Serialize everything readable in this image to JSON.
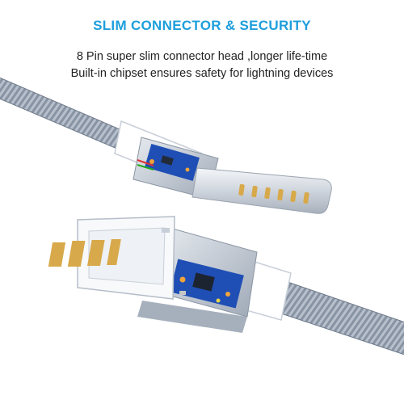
{
  "header": {
    "headline": "SLIM CONNECTOR & SECURITY",
    "line1": "8 Pin super slim connector head ,longer life-time",
    "line2": "Built-in chipset ensures safety for lightning devices"
  },
  "colors": {
    "accent": "#1e9fdc",
    "text": "#222222",
    "cable": "#8a95a5",
    "housing": "#c8d0db",
    "pcb": "#1f4fb5"
  },
  "icons": {
    "lightning_connector": "lightning-connector-icon",
    "usb_connector": "usb-a-connector-icon"
  }
}
